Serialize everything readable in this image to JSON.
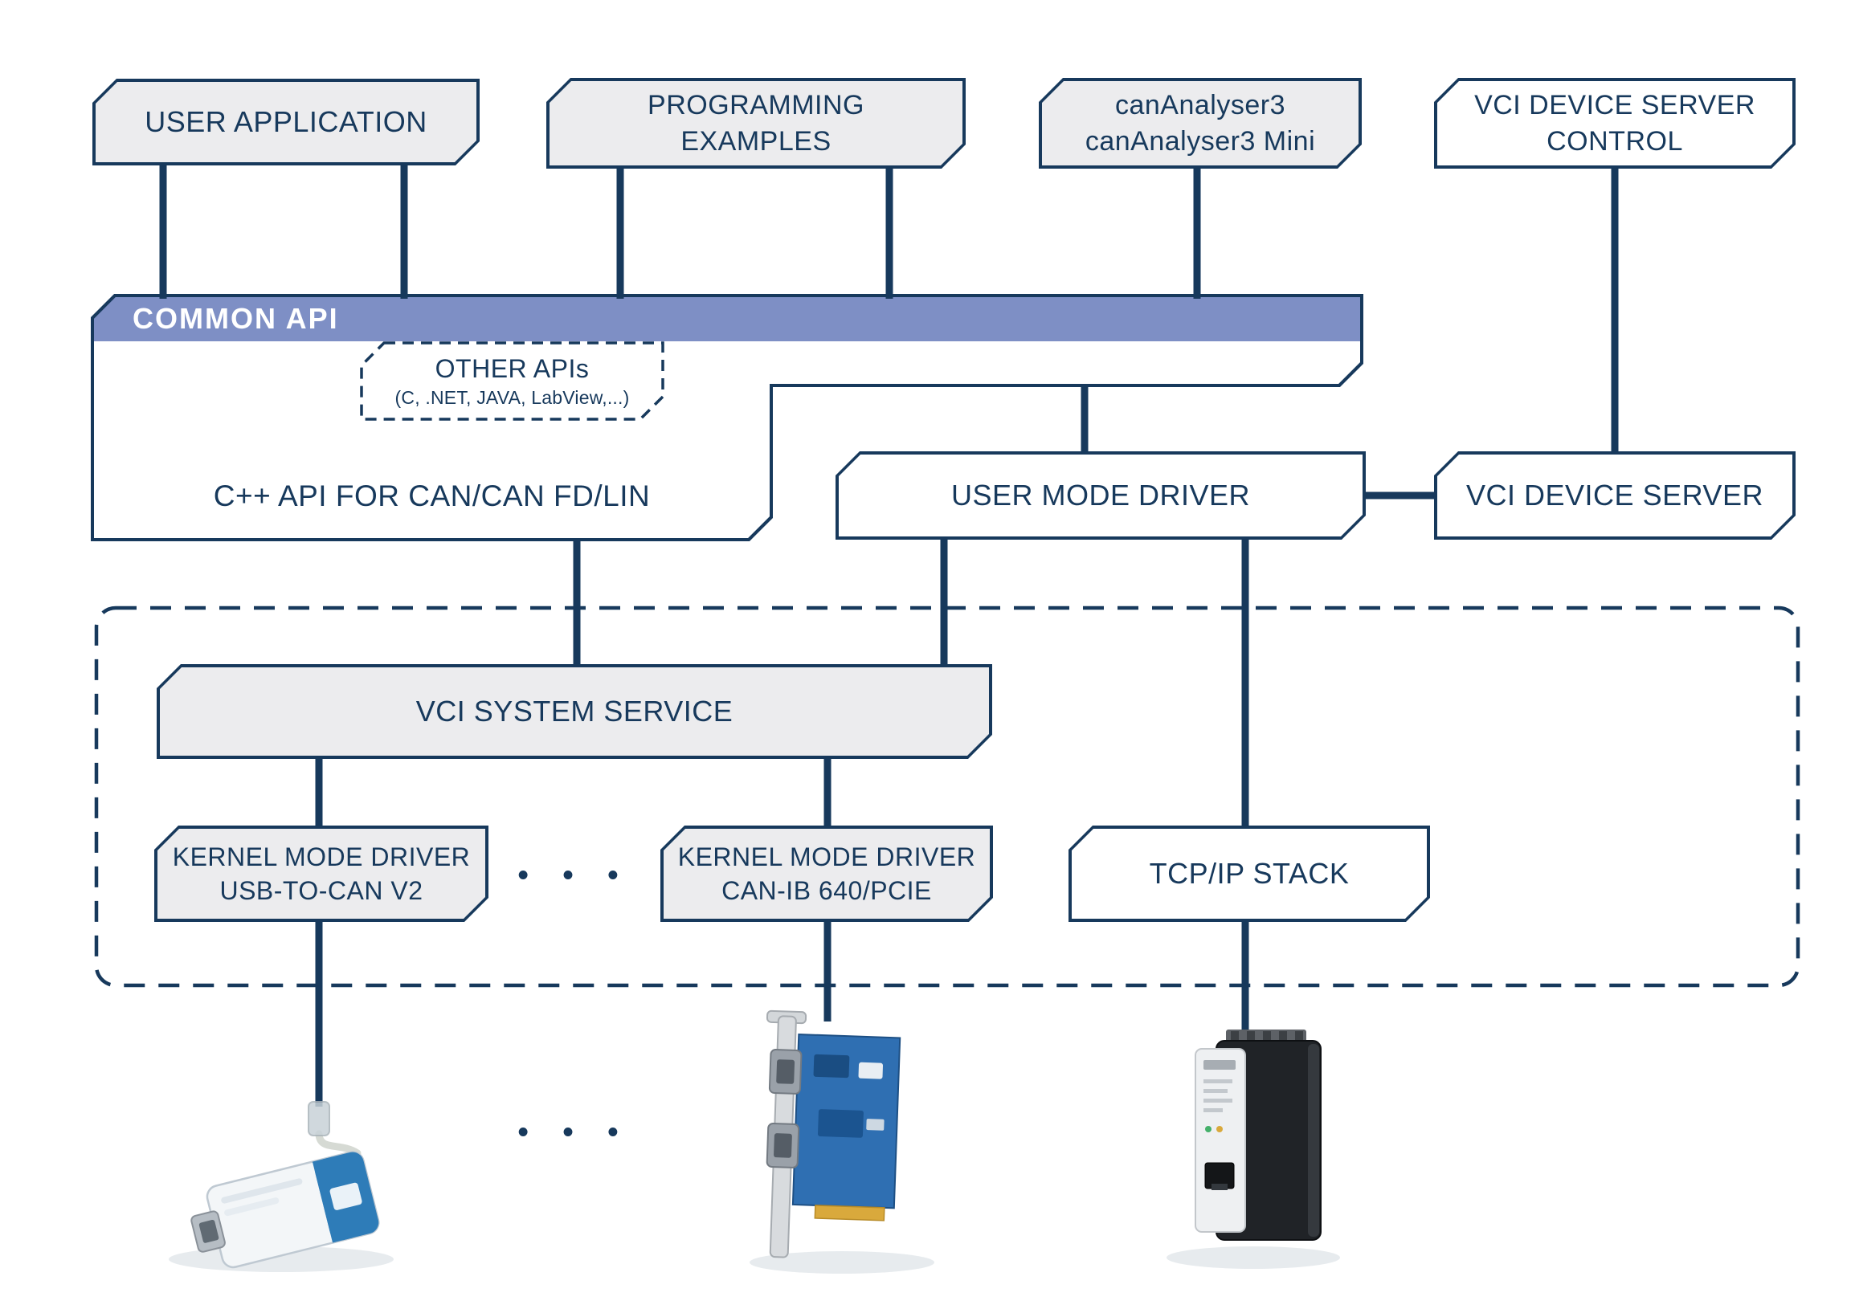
{
  "colors": {
    "navy": "#17395c",
    "bar_blue": "#7e8fc5",
    "box_gray": "#ececee",
    "white": "#ffffff"
  },
  "boxes": {
    "user_application": {
      "label": "USER APPLICATION"
    },
    "programming_examples": {
      "label": "PROGRAMMING\nEXAMPLES"
    },
    "cananalyser": {
      "label": "canAnalyser3\ncanAnalyser3 Mini"
    },
    "vci_device_server_control": {
      "label": "VCI DEVICE SERVER\nCONTROL"
    },
    "common_api": {
      "label": "COMMON API"
    },
    "other_apis": {
      "title": "OTHER APIs",
      "subtitle": "(C, .NET, JAVA, LabView,...)"
    },
    "cpp_api": {
      "label": "C++ API FOR CAN/CAN FD/LIN"
    },
    "user_mode_driver": {
      "label": "USER MODE DRIVER"
    },
    "vci_device_server": {
      "label": "VCI DEVICE SERVER"
    },
    "vci_system_service": {
      "label": "VCI SYSTEM SERVICE"
    },
    "kernel_usb": {
      "label": "KERNEL MODE DRIVER\nUSB-TO-CAN V2"
    },
    "kernel_canib": {
      "label": "KERNEL MODE DRIVER\nCAN-IB 640/PCIE"
    },
    "tcpip_stack": {
      "label": "TCP/IP STACK"
    }
  },
  "ellipsis": "• • •",
  "device_images": {
    "usb_to_can": "usb-to-can-v2-adapter-photo",
    "can_ib_pcie": "can-ib-640-pcie-card-photo",
    "ethernet_gateway": "can-ethernet-gateway-photo"
  }
}
